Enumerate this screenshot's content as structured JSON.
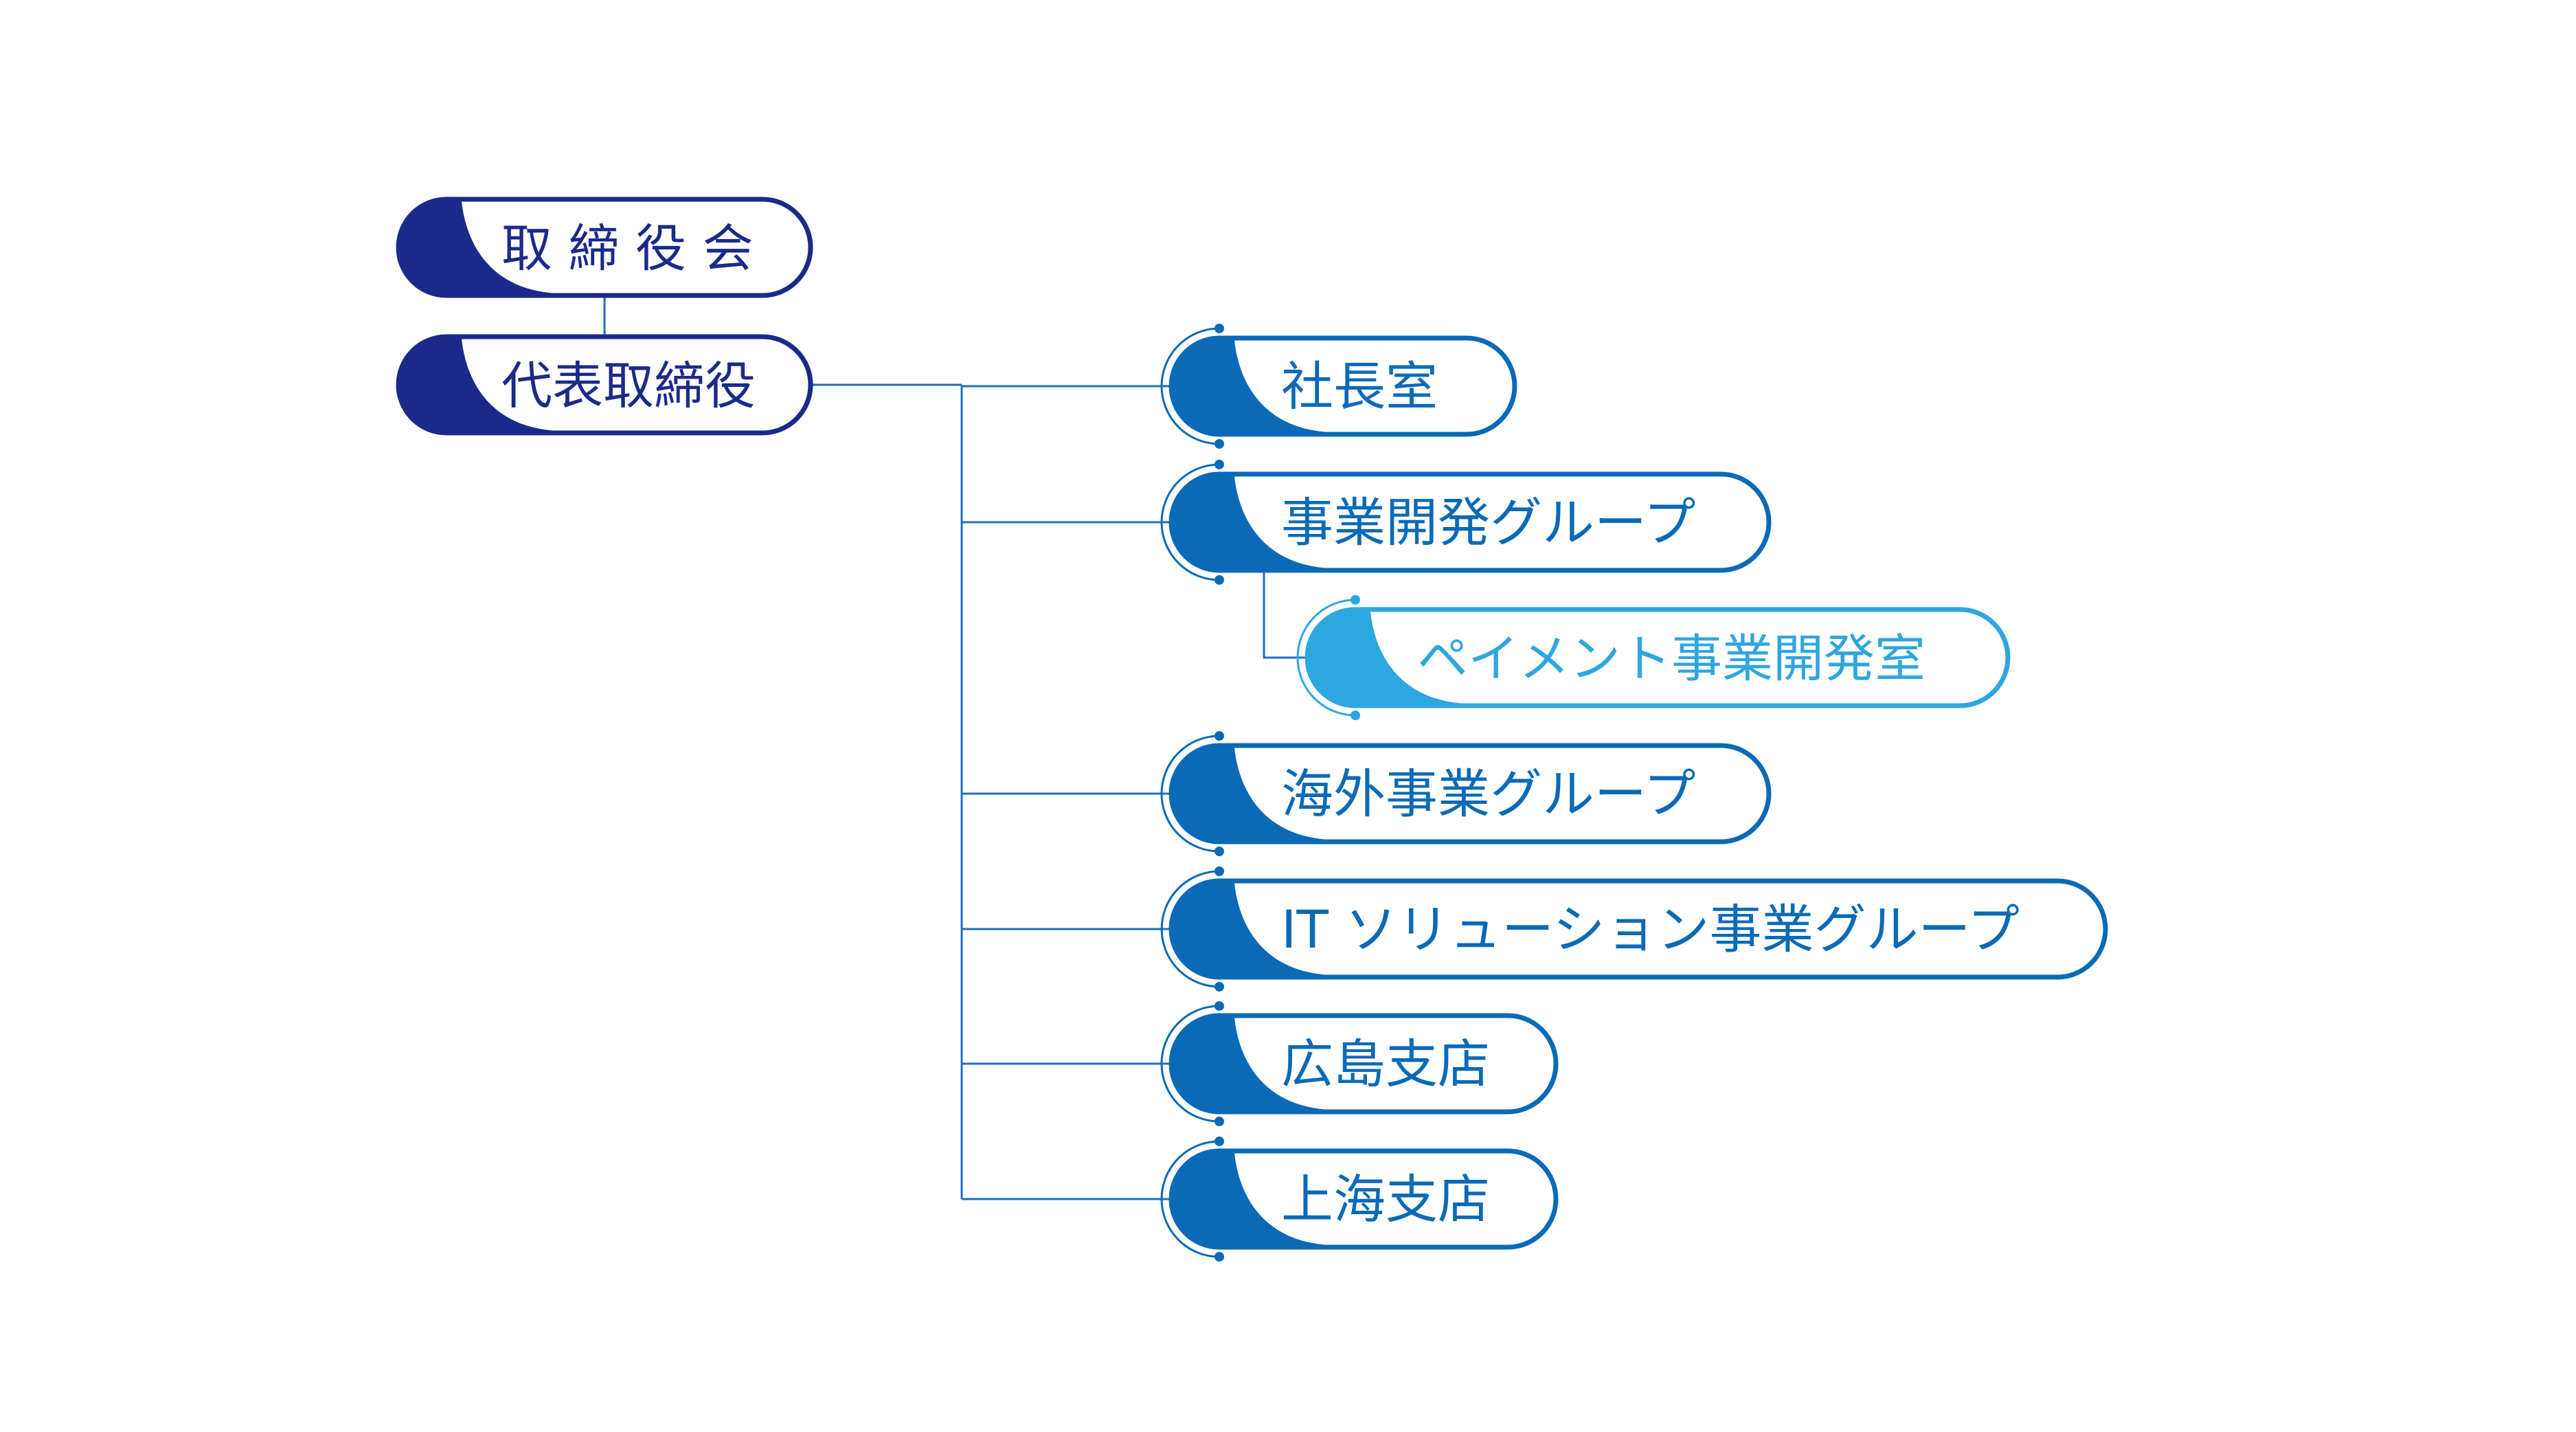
{
  "colors": {
    "navy": "#1B2A8A",
    "blue": "#0A6AB8",
    "light": "#2EA6E0",
    "line": "#1E6FC0",
    "background": "#FFFFFF"
  },
  "chart": {
    "nodes": [
      {
        "id": "board",
        "label": "取 締 役 会",
        "tier": "navy"
      },
      {
        "id": "ceo",
        "label": "代表取締役",
        "tier": "navy"
      },
      {
        "id": "president-office",
        "label": "社長室",
        "tier": "blue"
      },
      {
        "id": "biz-dev-group",
        "label": "事業開発グループ",
        "tier": "blue"
      },
      {
        "id": "payment-dev-office",
        "label": "ペイメント事業開発室",
        "tier": "light"
      },
      {
        "id": "overseas-group",
        "label": "海外事業グループ",
        "tier": "blue"
      },
      {
        "id": "it-solution-group",
        "label": "IT ソリューション事業グループ",
        "tier": "blue"
      },
      {
        "id": "hiroshima-branch",
        "label": "広島支店",
        "tier": "blue"
      },
      {
        "id": "shanghai-branch",
        "label": "上海支店",
        "tier": "blue"
      }
    ],
    "edges": [
      {
        "from": "board",
        "to": "ceo"
      },
      {
        "from": "ceo",
        "to": "president-office"
      },
      {
        "from": "ceo",
        "to": "biz-dev-group"
      },
      {
        "from": "biz-dev-group",
        "to": "payment-dev-office"
      },
      {
        "from": "ceo",
        "to": "overseas-group"
      },
      {
        "from": "ceo",
        "to": "it-solution-group"
      },
      {
        "from": "ceo",
        "to": "hiroshima-branch"
      },
      {
        "from": "ceo",
        "to": "shanghai-branch"
      }
    ]
  }
}
